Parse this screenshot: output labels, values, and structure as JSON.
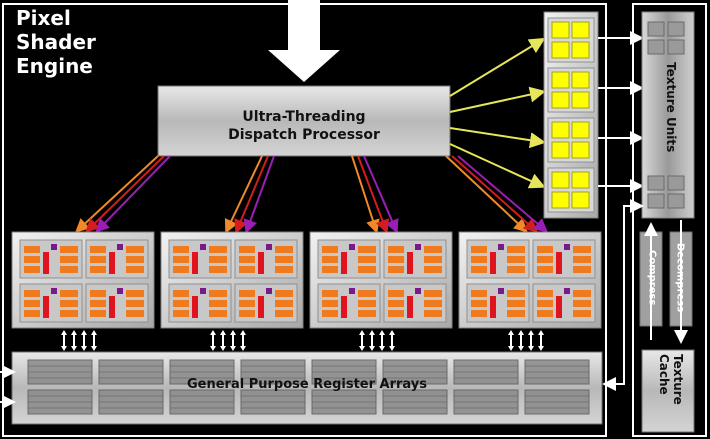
{
  "title": {
    "line1": "Pixel",
    "line2": "Shader",
    "line3": "Engine"
  },
  "dispatch": {
    "line1": "Ultra-Threading",
    "line2": "Dispatch Processor"
  },
  "register_arrays": {
    "label": "General Purpose Register Arrays"
  },
  "texture_units": {
    "label": "Texture Units"
  },
  "compress": {
    "label": "Compress"
  },
  "decompress": {
    "label": "Decompress"
  },
  "texture_cache": {
    "label": "Texture Cache"
  },
  "colors": {
    "background": "#000000",
    "frame": "#ffffff",
    "unit_orange": "#f07a1e",
    "unit_red": "#e0141e",
    "unit_purple": "#7a1a8a",
    "texture_yellow": "#ffff00",
    "arrow_yellow": "#e6e65a",
    "arrow_orange": "#f08a28",
    "arrow_red": "#d21e1e",
    "arrow_purple": "#9b1eb4"
  },
  "shader_clusters": [
    {
      "name": "cluster-1"
    },
    {
      "name": "cluster-2"
    },
    {
      "name": "cluster-3"
    },
    {
      "name": "cluster-4"
    }
  ],
  "texture_blocks": [
    {
      "name": "texture-block-1"
    },
    {
      "name": "texture-block-2"
    },
    {
      "name": "texture-block-3"
    },
    {
      "name": "texture-block-4"
    }
  ]
}
